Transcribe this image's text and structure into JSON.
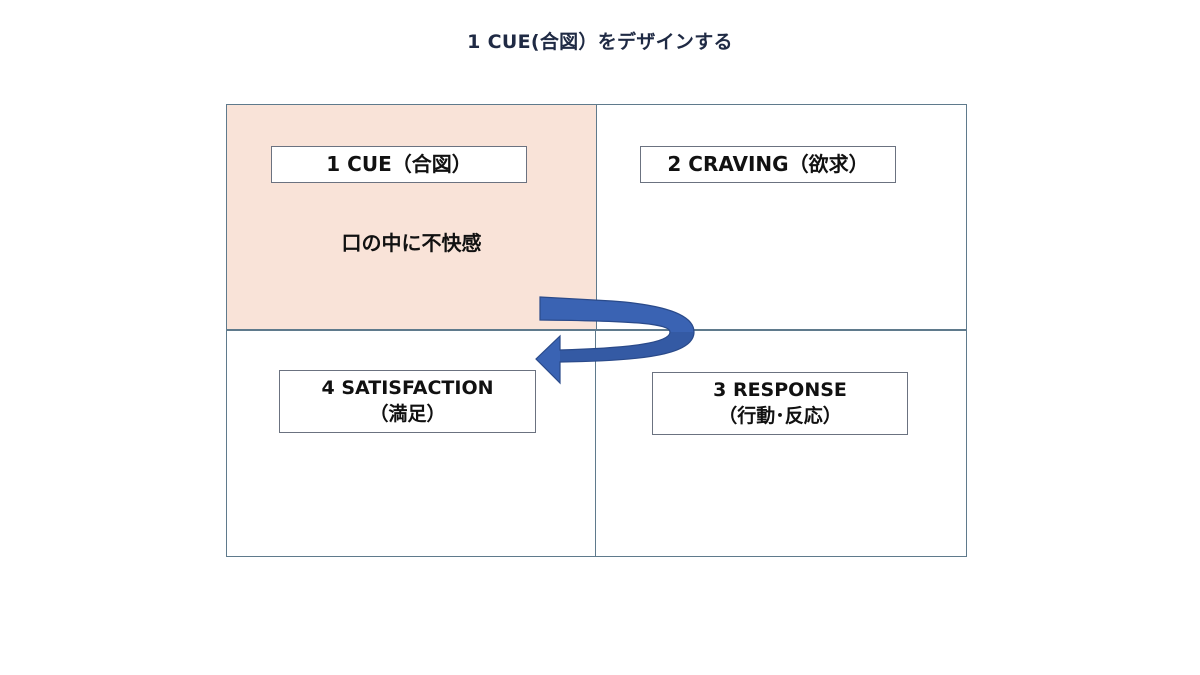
{
  "page_title": "1 CUE(合図）をデザインする",
  "quadrants": {
    "cue": {
      "label": "1 CUE（合図）",
      "note": "口の中に不快感",
      "fill": "#f9e3d8"
    },
    "craving": {
      "label": "2 CRAVING（欲求）"
    },
    "satisfaction": {
      "label_line1": "4 SATISFACTION",
      "label_line2": "（満足）"
    },
    "response": {
      "label_line1": "3 RESPONSE",
      "label_line2": "（行動･反応）"
    }
  },
  "arrow": {
    "color": "#3a63b3",
    "edge_color": "#2a4a8a",
    "meaning": "cycle from 1 CUE toward 4 SATISFACTION"
  },
  "colors": {
    "grid_border": "#5f7a8c",
    "title_text": "#1f2a44"
  }
}
